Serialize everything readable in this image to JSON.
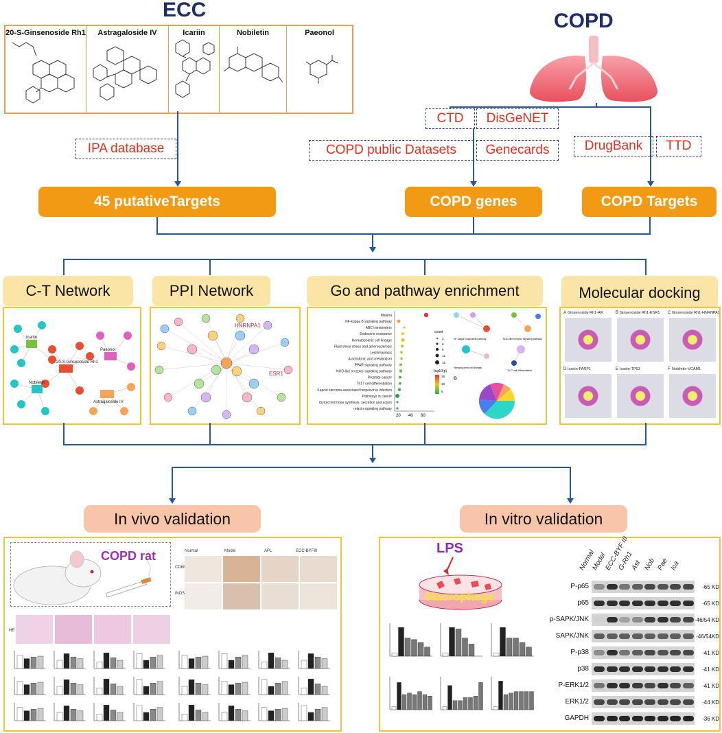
{
  "ecc": {
    "title": "ECC",
    "compounds": [
      "20-S-Ginsenoside Rh1",
      "Astragaloside IV",
      "Icariin",
      "Nobiletin",
      "Paeonol"
    ]
  },
  "copd": {
    "title": "COPD"
  },
  "databases": {
    "ipa": "IPA database",
    "ctd": "CTD",
    "disgenet": "DisGeNET",
    "public": "COPD public Datasets",
    "genecards": "Genecards",
    "drugbank": "DrugBank",
    "ttd": "TTD"
  },
  "targets": {
    "putative": "45 putativeTargets",
    "genes": "COPD genes",
    "copd_targets": "COPD Targets"
  },
  "analyses": {
    "ct": "C-T Network",
    "ppi": "PPI Network",
    "go": "Go and pathway enrichment",
    "docking": "Molecular docking"
  },
  "ct_network": {
    "center_nodes": [
      "Icariin",
      "20-S-Ginsenoside Rh1",
      "Nobiletin",
      "Paeonol",
      "Astragaloside IV"
    ]
  },
  "ppi": {
    "labels": [
      "HNRNPA1",
      "ESR1"
    ]
  },
  "enrichment": {
    "pathways": [
      "Malaria",
      "NF-kappa B signaling pathway",
      "ABC transporters",
      "Endocrine resistance",
      "Hematopoietic cell lineage",
      "Fluid shear stress and atherosclerosis",
      "Leishmaniasis",
      "Arachidonic acid metabolism",
      "PPAR signaling pathway",
      "NOD-like receptor signaling pathway",
      "Prostate cancer",
      "Th17 cell differentiation",
      "Kaposi sarcoma-associated herpesvirus infection",
      "Pathways in cancer",
      "thyroid hormone synthesis, secretion and action",
      "relaxin signaling pathway"
    ],
    "x_ticks": [
      "20",
      "40",
      "60"
    ],
    "legend_count": "count",
    "legend_count_values": [
      "3",
      "6",
      "9",
      "12",
      "15"
    ],
    "legend_p": "-log10(p)",
    "legend_p_values": [
      "15",
      "10",
      "5"
    ],
    "panel_g": "G",
    "network_labels": [
      "NF-kappa B signaling pathway",
      "NOD-like receptor signaling pathway",
      "Hematopoietic cell lineage",
      "Th17 cell differentiation"
    ]
  },
  "docking": {
    "panels": [
      {
        "letter": "A",
        "label": "Ginsenoside Rh1-AR"
      },
      {
        "letter": "B",
        "label": "Ginsenoside Rh1-ESR1"
      },
      {
        "letter": "C",
        "label": "Ginsenoside Rh1-HNRNPA1"
      },
      {
        "letter": "D",
        "label": "Icariin-PARP1"
      },
      {
        "letter": "E",
        "label": "Icariin-TP53"
      },
      {
        "letter": "F",
        "label": "Nobiletin-VCAM1"
      }
    ]
  },
  "validation": {
    "in_vivo": "In vivo validation",
    "in_vitro": "In vitro validation",
    "rat_label": "COPD rat",
    "groups": [
      "Normal",
      "Model",
      "APL",
      "ECC-BYFIII"
    ],
    "lps": "LPS",
    "macrophage": "Macrophage",
    "ihc_rows": [
      "CD68",
      "iNOS"
    ],
    "he_label": "HE"
  },
  "western": {
    "lanes": [
      "Normal",
      "Model",
      "ECC-BYF III",
      "G-Rh1",
      "Ast",
      "Nob",
      "Pae",
      "Ica"
    ],
    "rows": [
      {
        "label": "P-p65",
        "kd": "65 KD"
      },
      {
        "label": "p65",
        "kd": "65 KD"
      },
      {
        "label": "p-SAPK/JNK",
        "kd": "46/54 KD"
      },
      {
        "label": "SAPK/JNK",
        "kd": "46/54KD"
      },
      {
        "label": "P-p38",
        "kd": "41 KD"
      },
      {
        "label": "p38",
        "kd": "41 KD"
      },
      {
        "label": "P-ERK1/2",
        "kd": "41 KD"
      },
      {
        "label": "ERK1/2",
        "kd": "44 KD"
      },
      {
        "label": "GAPDH",
        "kd": "36 KD"
      }
    ]
  },
  "colors": {
    "orange": "#f39a14",
    "navy": "#1f2d6b",
    "red": "#e0301e",
    "yellow": "#fbe5a6",
    "pink": "#f9c5a9",
    "blue": "#2756a0"
  }
}
